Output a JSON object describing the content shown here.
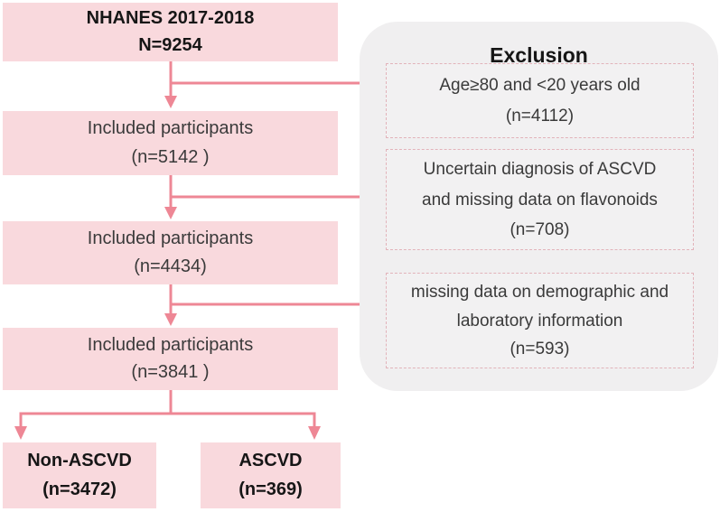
{
  "colors": {
    "box_pink": "#f9d9dd",
    "arrow_pink": "#ee8795",
    "panel_gray": "#f0eff0",
    "inner_box_bg": "#f2f1f2",
    "inner_box_border": "#e2b3ba",
    "text_dark": "#3a3a3a",
    "text_black": "#161616"
  },
  "flow": {
    "source": {
      "line1": "NHANES 2017-2018",
      "line2": "N=9254"
    },
    "steps": [
      {
        "line1": "Included participants",
        "line2": "(n=5142 )"
      },
      {
        "line1": "Included participants",
        "line2": "(n=4434)"
      },
      {
        "line1": "Included participants",
        "line2": "(n=3841 )"
      }
    ],
    "outcomes": [
      {
        "line1": "Non-ASCVD",
        "line2": "(n=3472)"
      },
      {
        "line1": "ASCVD",
        "line2": "(n=369)"
      }
    ]
  },
  "exclusion": {
    "title": "Exclusion",
    "boxes": [
      {
        "lines": [
          "Age≥80 and <20 years old",
          "(n=4112)"
        ]
      },
      {
        "lines": [
          "Uncertain diagnosis of ASCVD",
          "and missing data on flavonoids",
          "(n=708)"
        ]
      },
      {
        "lines": [
          "missing data on demographic and",
          "laboratory information",
          "(n=593)"
        ]
      }
    ]
  }
}
